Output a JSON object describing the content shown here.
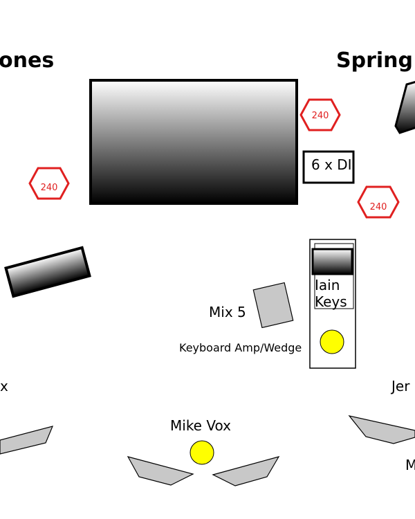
{
  "labels": {
    "left_title": "ones",
    "right_title": "Spring",
    "di_box": "6 x DI",
    "mix5": "Mix 5",
    "keyboard_amp": "Keyboard Amp/Wedge",
    "keys_name": "Iain",
    "keys_role": "Keys",
    "mike_vox": "Mike Vox",
    "left_edge": "x",
    "right_edge_top": "Jer",
    "right_edge_bottom": "M"
  },
  "outlets": [
    {
      "label": "240"
    },
    {
      "label": "240"
    },
    {
      "label": "240"
    }
  ],
  "colors": {
    "outlet": "#e02020",
    "wedge_fill": "#c8c8c8",
    "mic": "#ffff00",
    "amp_dark": "#000000",
    "amp_light": "#ffffff"
  }
}
